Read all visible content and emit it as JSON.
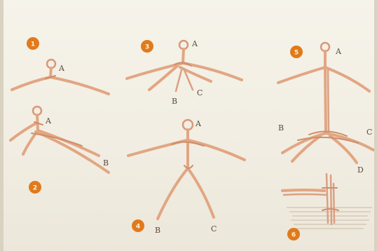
{
  "steps": [
    {
      "number": "1",
      "labels": [
        "A"
      ]
    },
    {
      "number": "2",
      "labels": [
        "A",
        "B"
      ]
    },
    {
      "number": "3",
      "labels": [
        "A",
        "B",
        "C"
      ]
    },
    {
      "number": "4",
      "labels": [
        "A",
        "B",
        "C"
      ]
    },
    {
      "number": "5",
      "labels": [
        "A",
        "B",
        "C",
        "D"
      ]
    },
    {
      "number": "6",
      "labels": []
    }
  ],
  "colors": {
    "background": "#f3efe4",
    "wire": "#e2a682",
    "step_badge": "#e07a1c",
    "label_text": "#5a4a3a"
  }
}
